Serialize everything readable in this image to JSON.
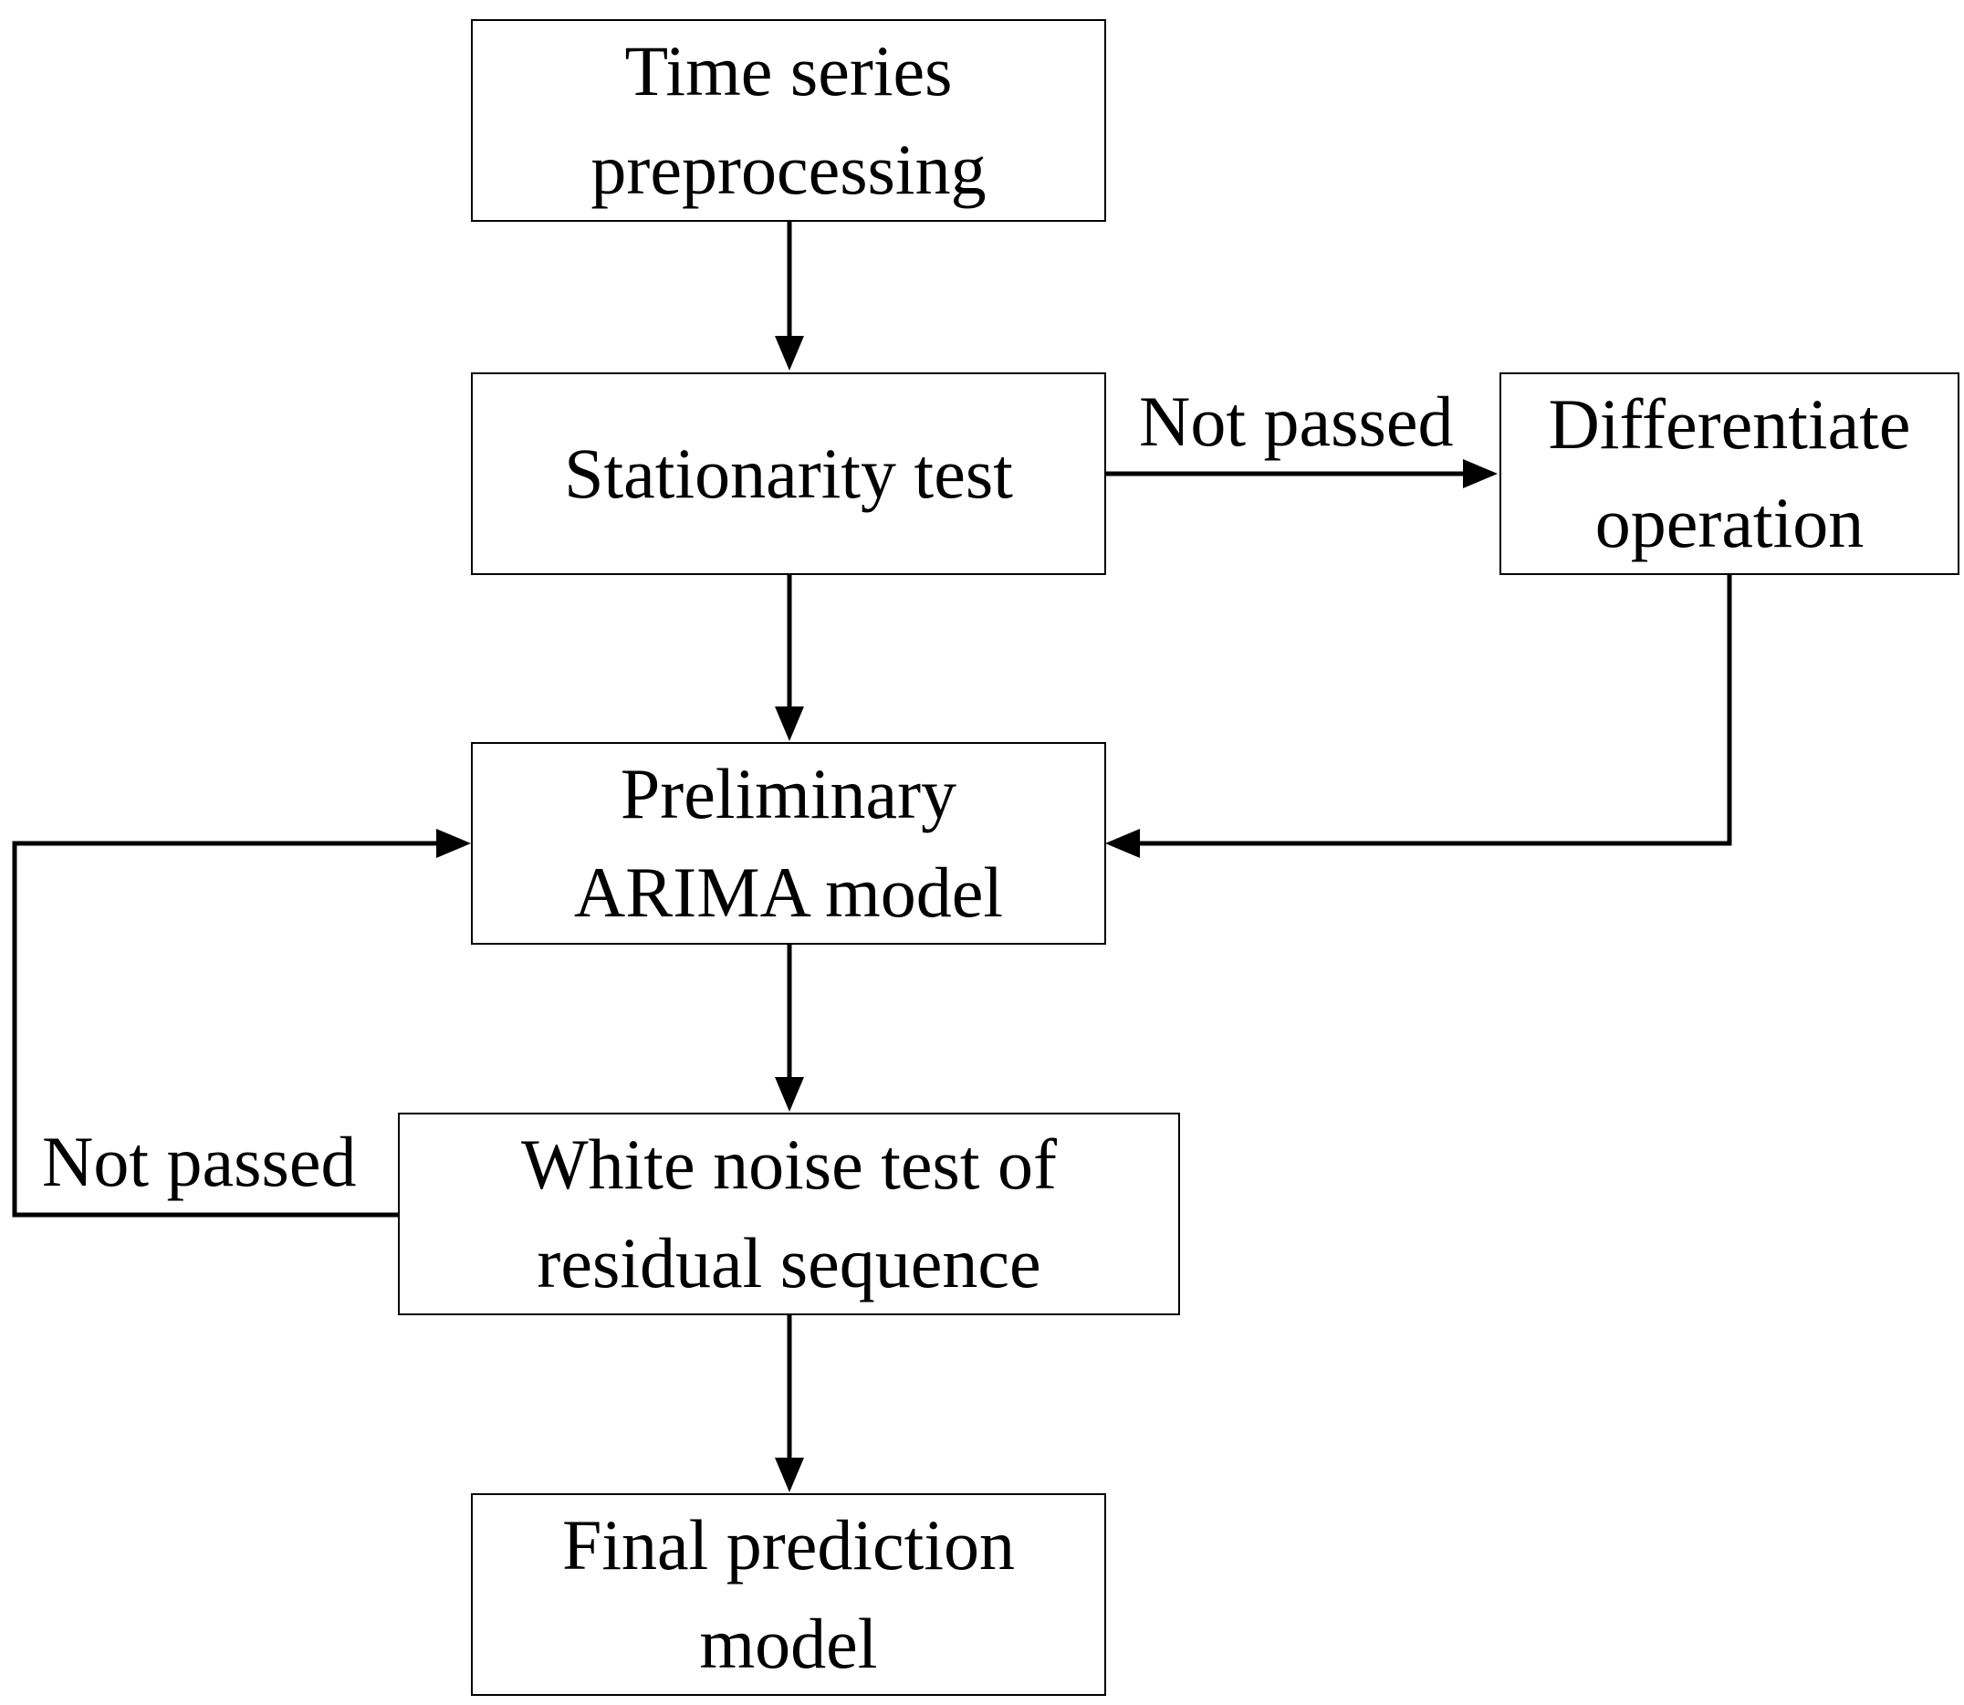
{
  "nodes": {
    "preprocessing": {
      "lines": [
        "Time series",
        "preprocessing"
      ]
    },
    "stationarity": {
      "lines": [
        "Stationarity test"
      ]
    },
    "differentiate": {
      "lines": [
        "Differentiate",
        "operation"
      ]
    },
    "preliminary": {
      "lines": [
        "Preliminary",
        "ARIMA model"
      ]
    },
    "white_noise": {
      "lines": [
        "White noise test of",
        "residual sequence"
      ]
    },
    "final": {
      "lines": [
        "Final prediction",
        "model"
      ]
    }
  },
  "edges": {
    "stationarity_not_passed": "Not passed",
    "white_noise_not_passed": "Not passed"
  }
}
